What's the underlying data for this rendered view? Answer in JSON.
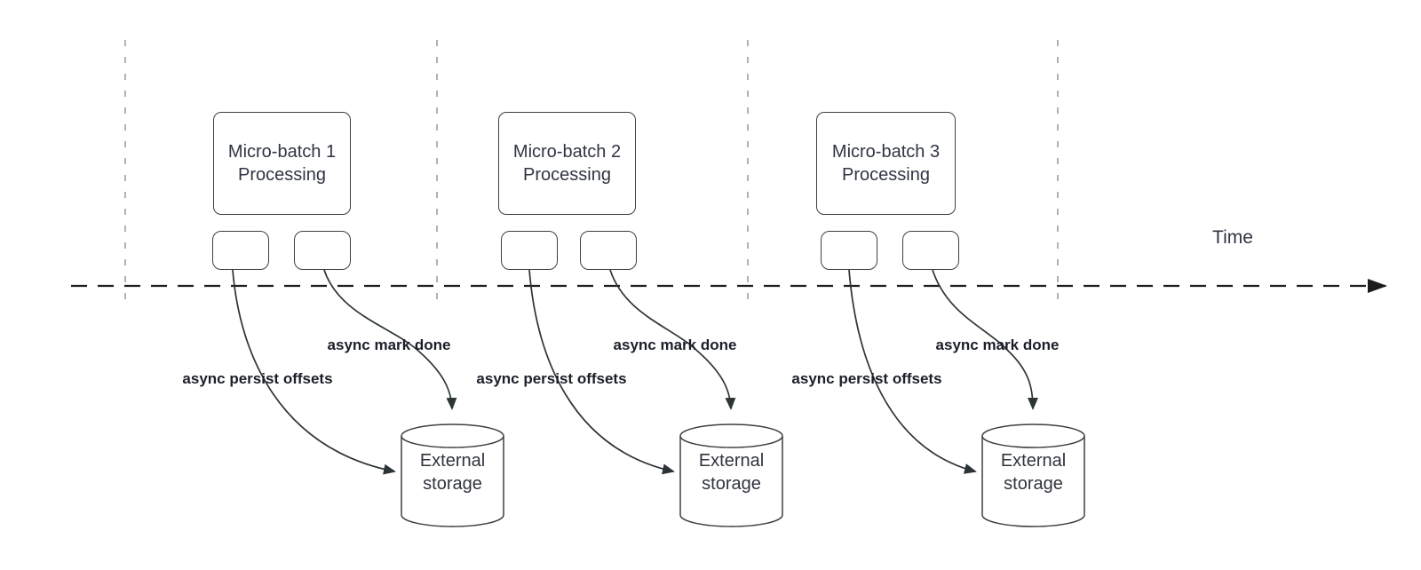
{
  "diagram": {
    "time_axis_label": "Time",
    "colors": {
      "line": "#2d3436",
      "timeline": "#1c1c1c",
      "period_divider": "#a9a9ad",
      "label_text": "#1b1f29",
      "box_text": "#2f3542",
      "box_border": "#3c4043",
      "background": "#ffffff"
    },
    "sections": [
      {
        "box_label": "Micro-batch 1\nProcessing",
        "persist_label": "async persist offsets",
        "done_label": "async mark done",
        "storage_label": "External\nstorage"
      },
      {
        "box_label": "Micro-batch 2\nProcessing",
        "persist_label": "async persist offsets",
        "done_label": "async mark done",
        "storage_label": "External\nstorage"
      },
      {
        "box_label": "Micro-batch 3\nProcessing",
        "persist_label": "async persist offsets",
        "done_label": "async mark done",
        "storage_label": "External\nstorage"
      }
    ]
  }
}
